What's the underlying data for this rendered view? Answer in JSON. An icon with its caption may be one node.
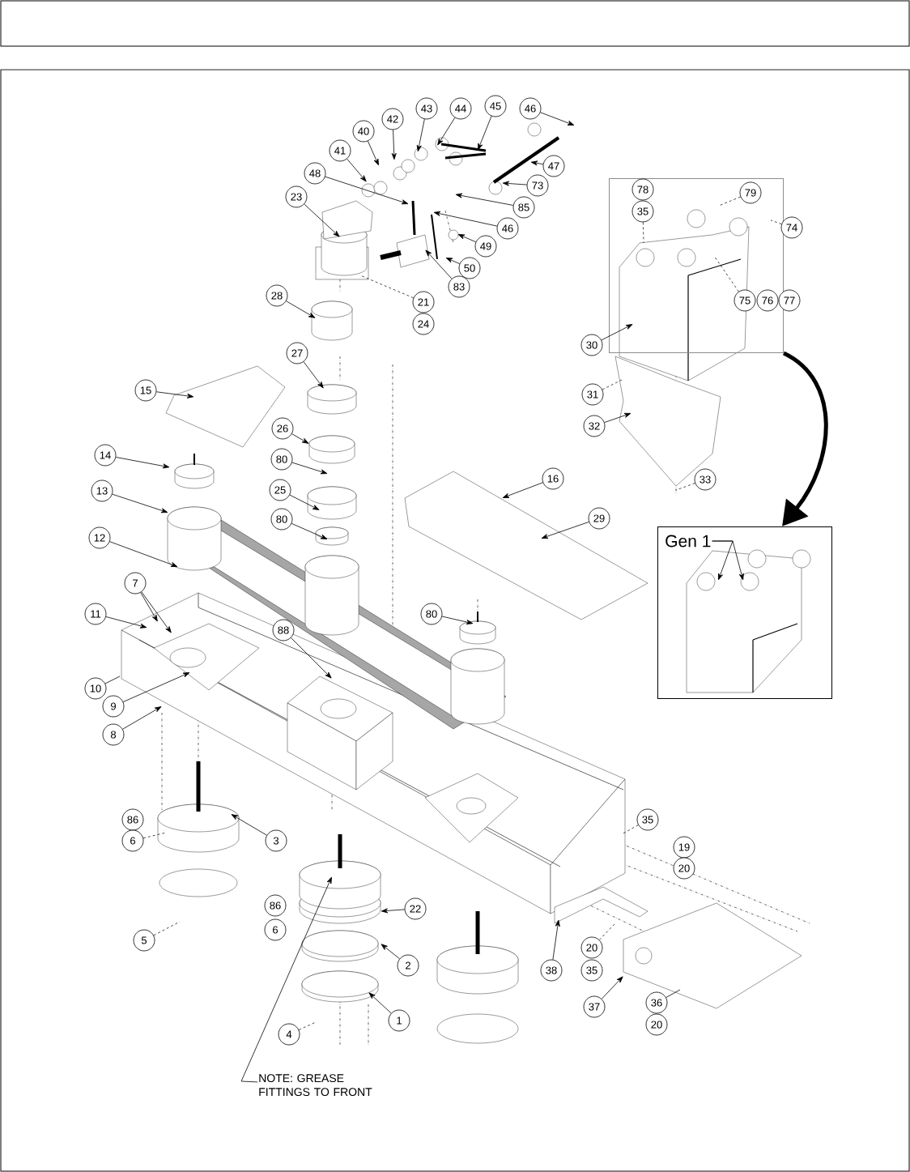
{
  "diagram": {
    "nodes": [
      {
        "text": [
          "40"
        ]
      },
      {
        "text": [
          "41"
        ]
      },
      {
        "text": [
          "42"
        ]
      },
      {
        "text": [
          "43"
        ]
      },
      {
        "text": [
          "44"
        ]
      },
      {
        "text": [
          "45"
        ]
      },
      {
        "text": [
          "46"
        ]
      },
      {
        "text": [
          "47"
        ]
      },
      {
        "text": [
          "48"
        ]
      },
      {
        "text": [
          "23"
        ]
      },
      {
        "text": [
          "73"
        ]
      },
      {
        "text": [
          "85"
        ]
      },
      {
        "text": [
          "46"
        ]
      },
      {
        "text": [
          "49"
        ]
      },
      {
        "text": [
          "50"
        ]
      },
      {
        "text": [
          "83"
        ]
      },
      {
        "text": [
          "21"
        ]
      },
      {
        "text": [
          "24"
        ]
      },
      {
        "text": [],
        "shape": "box"
      },
      {
        "text": [
          "78"
        ],
        "in": 18
      },
      {
        "text": [
          "79"
        ],
        "in": 18
      },
      {
        "text": [
          "35"
        ],
        "in": 18
      },
      {
        "text": [
          "74"
        ]
      },
      {
        "text": [
          "75"
        ],
        "in": 18
      },
      {
        "text": [
          "76"
        ],
        "in": 18
      },
      {
        "text": [
          "77"
        ]
      },
      {
        "text": [
          "30"
        ]
      },
      {
        "text": [
          "31"
        ]
      },
      {
        "text": [
          "32"
        ]
      },
      {
        "text": [
          "33"
        ]
      },
      {
        "text": [
          "28"
        ]
      },
      {
        "text": [
          "27"
        ]
      },
      {
        "text": [
          "15"
        ]
      },
      {
        "text": [
          "26"
        ]
      },
      {
        "text": [
          "14"
        ]
      },
      {
        "text": [
          "80"
        ]
      },
      {
        "text": [
          "25"
        ]
      },
      {
        "text": [
          "13"
        ]
      },
      {
        "text": [
          "80"
        ]
      },
      {
        "text": [
          "16"
        ]
      },
      {
        "text": [
          "29"
        ]
      },
      {
        "text": [
          "12"
        ]
      },
      {
        "text": [],
        "shape": "box"
      },
      {
        "text": [
          "Gen 1"
        ],
        "in": 42
      },
      {
        "text": [
          "7"
        ]
      },
      {
        "text": [
          "11"
        ]
      },
      {
        "text": [
          "80"
        ]
      },
      {
        "text": [
          "88"
        ]
      },
      {
        "text": [
          "10"
        ]
      },
      {
        "text": [
          "9"
        ]
      },
      {
        "text": [
          "8"
        ]
      },
      {
        "text": [
          "86"
        ]
      },
      {
        "text": [
          "6"
        ]
      },
      {
        "text": [
          "3"
        ]
      },
      {
        "text": [
          "35"
        ]
      },
      {
        "text": [
          "19"
        ]
      },
      {
        "text": [
          "20"
        ]
      },
      {
        "text": [
          "86"
        ]
      },
      {
        "text": [
          "6"
        ]
      },
      {
        "text": [
          "22"
        ]
      },
      {
        "text": [
          "2"
        ]
      },
      {
        "text": [
          "5"
        ]
      },
      {
        "text": [
          "38"
        ]
      },
      {
        "text": [
          "20"
        ]
      },
      {
        "text": [
          "35"
        ]
      },
      {
        "text": [
          "1"
        ]
      },
      {
        "text": [
          "4"
        ]
      },
      {
        "text": [
          "37"
        ]
      },
      {
        "text": [
          "36"
        ]
      },
      {
        "text": [
          "20"
        ]
      },
      {
        "text": [
          "NOTE: GREASE FITTINGS TO FRONT"
        ]
      }
    ],
    "edges": [
      {
        "from": 0,
        "to": null,
        "arrow": "to"
      },
      {
        "from": 1,
        "to": null,
        "arrow": "to"
      },
      {
        "from": 2,
        "to": null,
        "arrow": "to"
      },
      {
        "from": 3,
        "to": null,
        "arrow": "to"
      },
      {
        "from": 4,
        "to": null,
        "arrow": "to"
      },
      {
        "from": 5,
        "to": null,
        "arrow": "to"
      },
      {
        "from": 6,
        "to": null,
        "arrow": "to"
      },
      {
        "from": 7,
        "to": null,
        "arrow": "to"
      },
      {
        "from": 8,
        "to": null,
        "arrow": "to"
      },
      {
        "from": 9,
        "to": null,
        "arrow": "to"
      },
      {
        "from": 10,
        "to": null,
        "arrow": "to"
      },
      {
        "from": 11,
        "to": null,
        "arrow": "to"
      },
      {
        "from": 12,
        "to": null,
        "arrow": "to"
      },
      {
        "from": 13,
        "to": null,
        "arrow": "to"
      },
      {
        "from": 14,
        "to": null,
        "arrow": "to"
      },
      {
        "from": 15,
        "to": null,
        "arrow": "to"
      },
      {
        "from": 21,
        "to": null,
        "arrow": "none",
        "style": "dashed"
      },
      {
        "from": 26,
        "to": null,
        "arrow": "to"
      },
      {
        "from": 27,
        "to": null,
        "arrow": "none",
        "style": "dashed"
      },
      {
        "from": 28,
        "to": null,
        "arrow": "to"
      },
      {
        "from": 30,
        "to": null,
        "arrow": "to"
      },
      {
        "from": 31,
        "to": null,
        "arrow": "to"
      },
      {
        "from": 32,
        "to": null,
        "arrow": "to"
      },
      {
        "from": 33,
        "to": null,
        "arrow": "to"
      },
      {
        "from": 34,
        "to": null,
        "arrow": "to"
      },
      {
        "from": 35,
        "to": null,
        "arrow": "to"
      },
      {
        "from": 36,
        "to": null,
        "arrow": "to"
      },
      {
        "from": 37,
        "to": null,
        "arrow": "to"
      },
      {
        "from": 38,
        "to": null,
        "arrow": "to"
      },
      {
        "from": 39,
        "to": null,
        "arrow": "to"
      },
      {
        "from": 40,
        "to": null,
        "arrow": "to"
      },
      {
        "from": 41,
        "to": null,
        "arrow": "to"
      },
      {
        "from": 18,
        "to": 42,
        "arrow": "to",
        "style": "thick"
      },
      {
        "from": 43,
        "to": null,
        "arrow": "to"
      },
      {
        "from": 43,
        "to": null,
        "arrow": "to"
      },
      {
        "from": 44,
        "to": null,
        "arrow": "to"
      },
      {
        "from": 44,
        "to": null,
        "arrow": "to"
      },
      {
        "from": 45,
        "to": null,
        "arrow": "to"
      },
      {
        "from": 46,
        "to": null,
        "arrow": "to"
      },
      {
        "from": 47,
        "to": null,
        "arrow": "to"
      },
      {
        "from": 48,
        "to": null,
        "arrow": "none"
      },
      {
        "from": 49,
        "to": null,
        "arrow": "to"
      },
      {
        "from": 50,
        "to": null,
        "arrow": "to"
      },
      {
        "from": 52,
        "to": null,
        "arrow": "none",
        "style": "dashed"
      },
      {
        "from": 53,
        "to": null,
        "arrow": "to"
      },
      {
        "from": 54,
        "to": null,
        "arrow": "none",
        "style": "dashed"
      },
      {
        "from": 59,
        "to": null,
        "arrow": "to"
      },
      {
        "from": 60,
        "to": null,
        "arrow": "to"
      },
      {
        "from": 61,
        "to": null,
        "arrow": "none",
        "style": "dashed"
      },
      {
        "from": 62,
        "to": null,
        "arrow": "to"
      },
      {
        "from": 65,
        "to": null,
        "arrow": "to"
      },
      {
        "from": 66,
        "to": null,
        "arrow": "none",
        "style": "dashed"
      },
      {
        "from": 67,
        "to": null,
        "arrow": "to"
      },
      {
        "from": 68,
        "to": null,
        "arrow": "none"
      },
      {
        "from": 70,
        "to": null,
        "arrow": "to"
      },
      {
        "from": 16,
        "to": null,
        "arrow": "none",
        "style": "dashed"
      },
      {
        "from": 20,
        "to": null,
        "arrow": "none",
        "style": "dashed"
      },
      {
        "from": 22,
        "to": null,
        "arrow": "none",
        "style": "dashed"
      },
      {
        "from": 23,
        "to": null,
        "arrow": "none",
        "style": "dashed"
      },
      {
        "from": 29,
        "to": null,
        "arrow": "none",
        "style": "dashed"
      },
      {
        "from": 63,
        "to": null,
        "arrow": "none",
        "style": "dashed"
      }
    ]
  }
}
